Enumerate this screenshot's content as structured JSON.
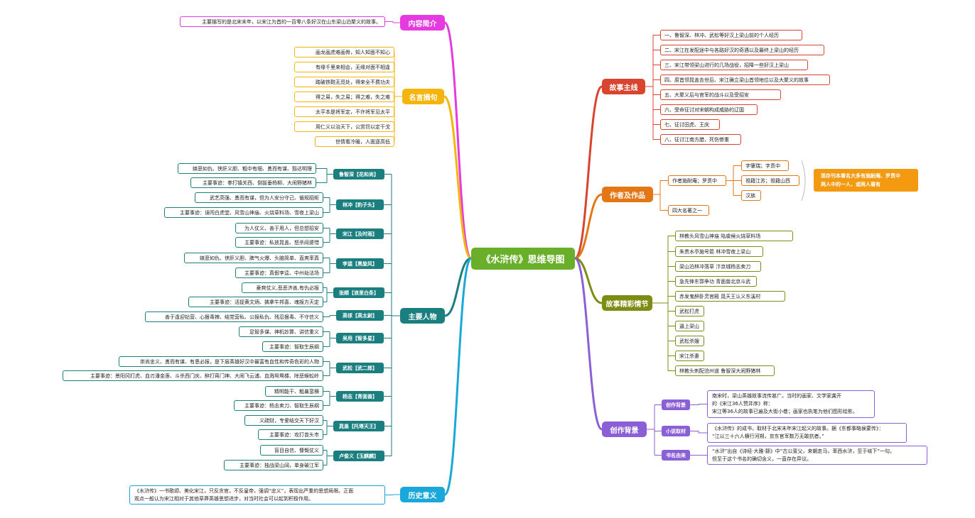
{
  "central": "《水浒传》思维导图",
  "colors": {
    "central": "#6aaf2a",
    "intro": "#e53ae0",
    "quotes": "#f5b50d",
    "characters": "#1b7f80",
    "history": "#1aa7d9",
    "plot": "#d9442f",
    "author": "#e47715",
    "highlights": "#7d8c12",
    "background": "#8b5fd6",
    "note": "#f39a11"
  },
  "intro": {
    "title": "内容简介",
    "text": "主要描写的是北宋末年，以宋江为首的一百零八条好汉在山东梁山泊聚义的故事。"
  },
  "quotes": {
    "title": "名言摘句",
    "items": [
      "画龙画虎难画骨，知人知面不知心",
      "有缘千里来相会，无缘对面不相逢",
      "踏破铁鞋无觅处，得来全不费功夫",
      "得之易，失之易；得之难，失之难",
      "太平本是将军定，不许将军见太平",
      "用仁义以治天下，公赏罚以定干戈",
      "世情看冷暖，人面逐高低"
    ]
  },
  "characters": {
    "title": "主要人物",
    "people": [
      {
        "name": "鲁智深【花和尚】",
        "items": [
          "嫉恶如仇、侠肝义胆、粗中有细、勇而有谋、豁达明理",
          "主要事迹：拳打镇关西、倒拔垂杨柳、大闹野猪林"
        ]
      },
      {
        "name": "林冲【豹子头】",
        "items": [
          "武艺高强、勇而有谋，但为人安分守己、循规蹈矩",
          "主要事迹：误闯白虎堂、风雪山神庙、火烧草料场、雪夜上梁山"
        ]
      },
      {
        "name": "宋江【及时雨】",
        "items": [
          "为人仗义、善于用人，但总想招安",
          "主要事迹：私放晁盖、怒杀阎婆惜"
        ]
      },
      {
        "name": "李逵【黑旋风】",
        "items": [
          "嫉恶如仇、侠肝义胆、脾气火爆、头脑简单、直爽率真",
          "主要事迹：真假李逵、中州劫法场"
        ]
      },
      {
        "name": "张顺【浪里白条】",
        "items": [
          "豪爽仗义,悲恶济善,有仇必报",
          "主要事迹：活捉黄文炳、擒拿牛邦喜、魂报方天定"
        ]
      },
      {
        "name": "高俅【高太尉】",
        "items": [
          "善于逢迎钻营、心狠毒辣、结党营私、公报私仇、残忍狠毒、不守信义"
        ]
      },
      {
        "name": "吴用【智多星】",
        "items": [
          "足智多谋、神机妙算、讲信重义",
          "主要事迹：智取生辰纲"
        ]
      },
      {
        "name": "武松【武二郎】",
        "items": [
          "崇尚忠义、勇而有谋、有恩必报，是下层英雄好汉中最富有血性和传奇色彩的人物",
          "主要事迹：景阳冈打虎、血刃潘金莲、斗杀西门庆、醉打蒋门神、大闹飞云浦、血溅鸳鸯楼、除恶蜈蚣岭"
        ]
      },
      {
        "name": "杨志【青面兽】",
        "items": [
          "精明能干、粗暴蛮横",
          "主要事迹：杨志卖刀、智取生辰纲"
        ]
      },
      {
        "name": "晁盖【托塔天王】",
        "items": [
          "义疏财，专爱结交天下好汉",
          "主要事迹：攻打曾头市"
        ]
      },
      {
        "name": "卢俊义【玉麒麟】",
        "items": [
          "盲目自信、慷慨仗义",
          "主要事迹：独战梁山阔，单身破江军"
        ]
      }
    ]
  },
  "history": {
    "title": "历史意义",
    "lines": [
      "《水浒传》一书歌颂、美化宋江，只反贪官，不反皇帝，强调“忠义”，表现出严重的思想局限。正面",
      "观点一般认为宋江相对于其他草莽英雄思想进步，对当时社会可以起到积极作用。"
    ]
  },
  "plot": {
    "title": "故事主线",
    "items": [
      "一、鲁智深、林冲、武松等好汉上梁山前的个人经历",
      "二、宋江在发配途中与各路好汉的奇遇以及最终上梁山的经历",
      "三、宋江带领梁山进行的几场战役，招降一些好汉上梁山",
      "四、原首领晁盖去世后、宋江确立梁山首领地位以及大聚义的故事",
      "五、大聚义后与官军的战斗以及受招安",
      "六、受命征讨对宋朝构成威胁的辽国",
      "七、征讨田虎、王庆",
      "八、征讨江南方腊，死伤惨重"
    ]
  },
  "author": {
    "title": "作者及作品",
    "author": "作者施耐庵；罗贯中",
    "details": [
      "字肇瑞；字贯中",
      "祖籍江苏；祖籍山西",
      "汉族"
    ],
    "note_lines": [
      "现存刊本署名大多有施耐庵、罗贯中",
      "两人中的一人，或两人署有"
    ],
    "work": "四大名著之一"
  },
  "highlights": {
    "title": "故事精彩情节",
    "items": [
      "林教头风雪山神庙 陆虞候火烧草料场",
      "朱贵水亭施号箭 林冲雪夜上梁山",
      "梁山泊林冲落草 汴京城杨志卖刀",
      "急先锋东郭争功 青面兽北京斗武",
      "赤发鬼醉卧灵官殿 晁天王认义东溪村",
      "武松打虎",
      "逼上梁山",
      "武松杀嫂",
      "宋江杀妻",
      "林教头刺配沧州道 鲁智深大闹野猪林"
    ]
  },
  "background": {
    "title": "创作背景",
    "items": [
      {
        "label": "创作背景",
        "lines": [
          "南宋时，梁山英雄故事流传甚广。当时的画家、文学家龚开",
          "的《宋江36人赞并序》称：",
          "宋江等36人的故事已遍及大街小巷；画家也执笔为他们图形绘影。"
        ]
      },
      {
        "label": "小说取材",
        "lines": [
          "《水浒传》的成书，取材于北宋末年宋江起义的故事。据《东都事略侯蒙传》：",
          "“江以三十六人横行河朔，京东官军数万无敢抗者。”"
        ]
      },
      {
        "label": "书名由来",
        "lines": [
          "“水浒”出自《诗经·大雅·緜》中“古公亶父，来朝走马，率西水浒，至于岐下”一句。",
          "但至于这个书名的确切含义，一直存在异议。"
        ]
      }
    ]
  }
}
